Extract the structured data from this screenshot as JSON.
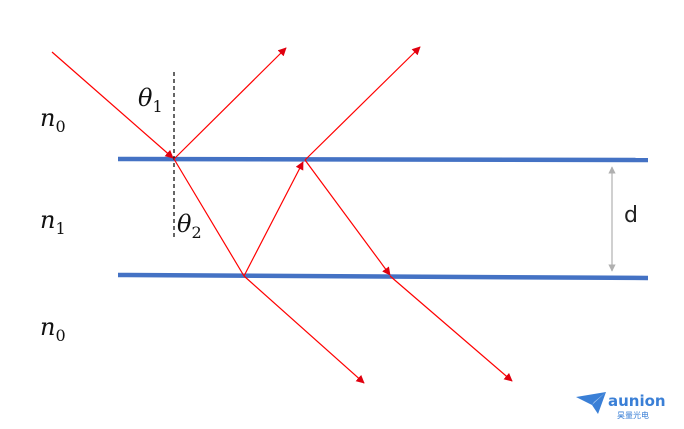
{
  "labels": {
    "n_top": {
      "base": "n",
      "sub": "0"
    },
    "n_middle": {
      "base": "n",
      "sub": "1"
    },
    "n_bottom": {
      "base": "n",
      "sub": "0"
    },
    "theta_1": {
      "base": "θ",
      "sub": "1"
    },
    "theta_2": {
      "base": "θ",
      "sub": "2"
    },
    "thickness": "d"
  },
  "logo": {
    "name": "aunion",
    "subtitle": "昊量光电"
  },
  "colors": {
    "interface": "#4472c4",
    "ray": "#ff0000",
    "arrowhead": "#e0000f",
    "normal": "#000000",
    "dimension": "#b0b0b0",
    "text": "#111111",
    "logo": "#3a7fd6"
  }
}
